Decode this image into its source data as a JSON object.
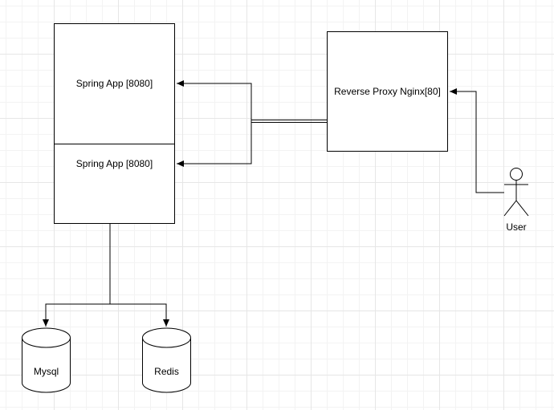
{
  "diagram": {
    "spring_app_1": {
      "label": "Spring App [8080]"
    },
    "spring_app_2": {
      "label": "Spring App [8080]"
    },
    "proxy": {
      "label": "Reverse Proxy Nginx[80]"
    },
    "user": {
      "label": "User"
    },
    "mysql": {
      "label": "Mysql"
    },
    "redis": {
      "label": "Redis"
    }
  },
  "colors": {
    "stroke": "#000000",
    "fill": "#ffffff"
  }
}
